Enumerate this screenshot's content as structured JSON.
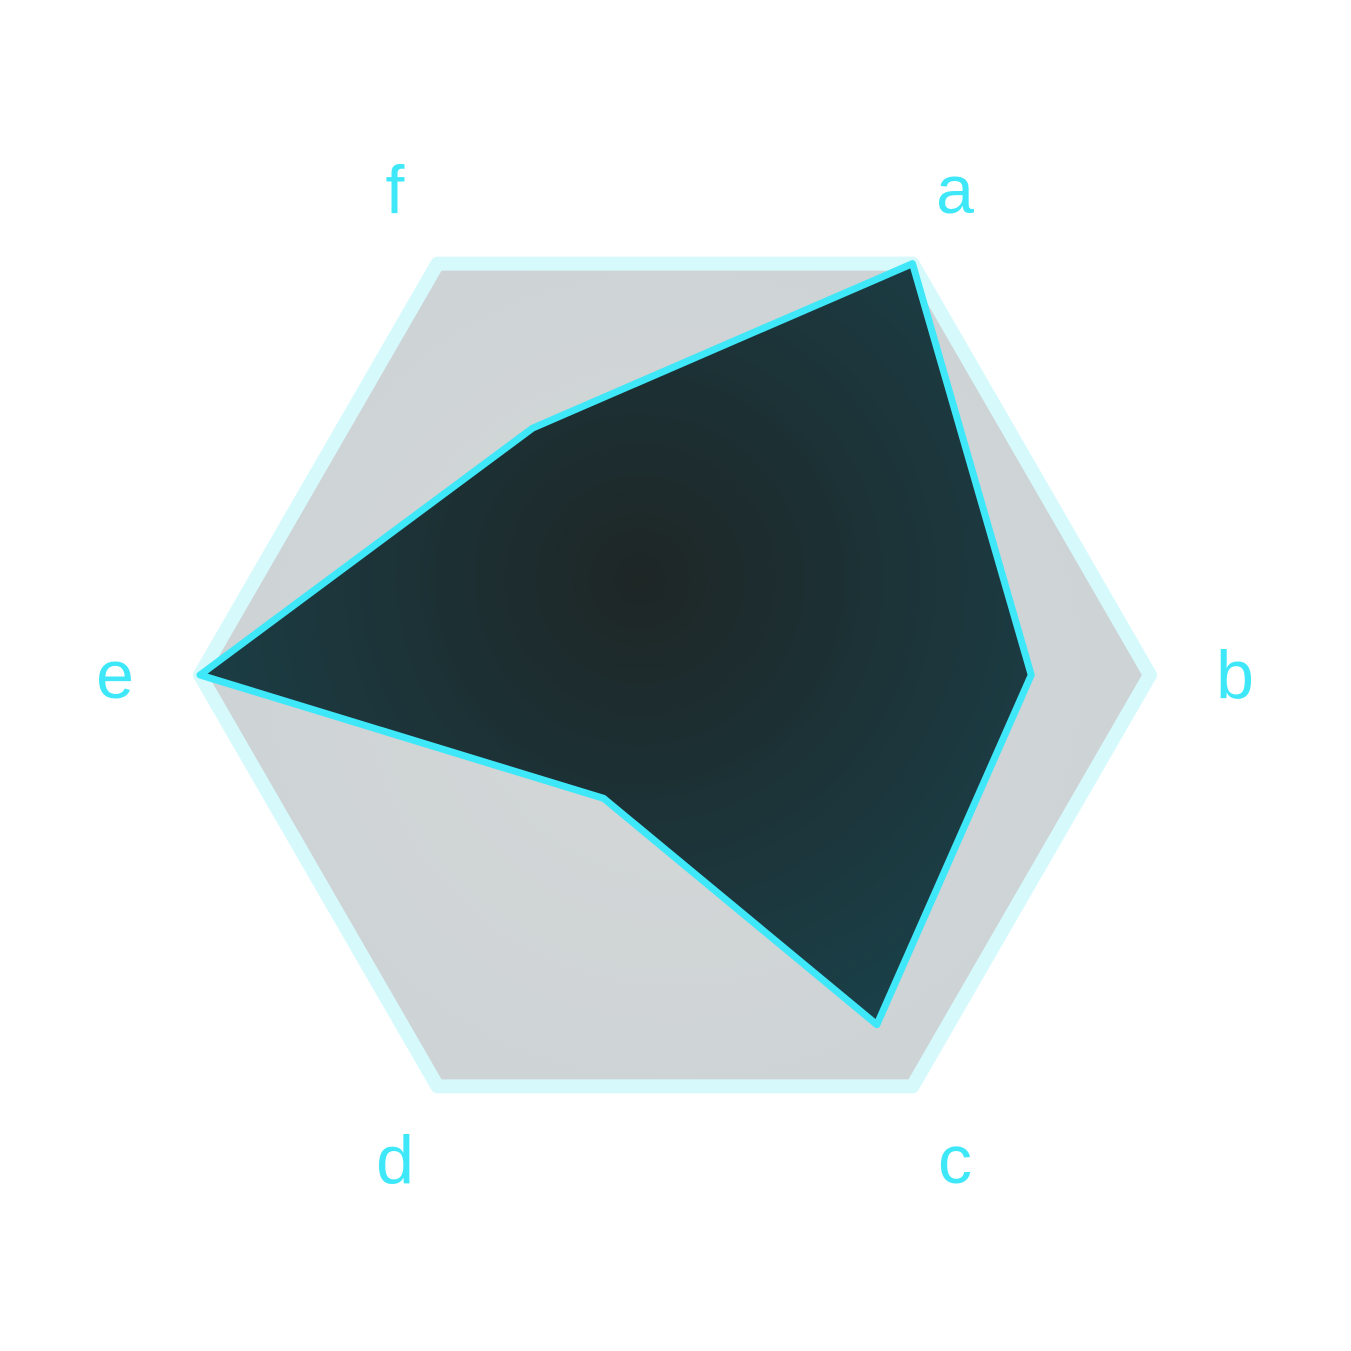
{
  "chart_data": {
    "type": "radar",
    "title": "",
    "axes": [
      "a",
      "b",
      "c",
      "d",
      "e",
      "f"
    ],
    "series": [
      {
        "values": [
          1.0,
          0.75,
          0.85,
          0.3,
          1.0,
          0.6
        ]
      }
    ],
    "range": [
      0,
      1
    ],
    "grid": false,
    "legend": "none"
  },
  "colors": {
    "accent": "#3ee8f8",
    "outline": "#d6f9fc",
    "background_fill": "#cfd4d6",
    "series_fill_center": "#1e2626",
    "series_fill_edge": "#1a414a"
  }
}
